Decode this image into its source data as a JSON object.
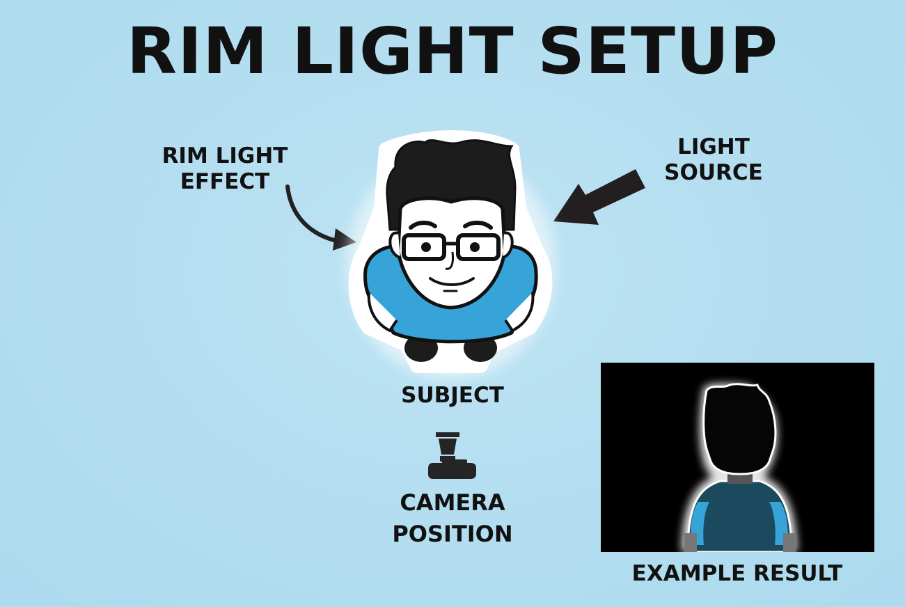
{
  "title": "RIM LIGHT SETUP",
  "labels": {
    "rim_light_effect": [
      "RIM LIGHT",
      "EFFECT"
    ],
    "light_source": [
      "LIGHT",
      "SOURCE"
    ],
    "subject": "SUBJECT",
    "camera_position": [
      "CAMERA",
      "POSITION"
    ],
    "example_result": "EXAMPLE RESULT"
  },
  "icons": {
    "subject": "person-top-down-illustration",
    "camera": "camera-icon",
    "rim_arrow": "curved-arrow-icon",
    "light_arrow": "straight-arrow-icon",
    "example": "backlit-silhouette-illustration"
  },
  "colors": {
    "background": "#b3def0",
    "text": "#111111",
    "shirt": "#36a3d9",
    "example_bg": "#000000",
    "example_shirt": "#1b4a5e"
  }
}
